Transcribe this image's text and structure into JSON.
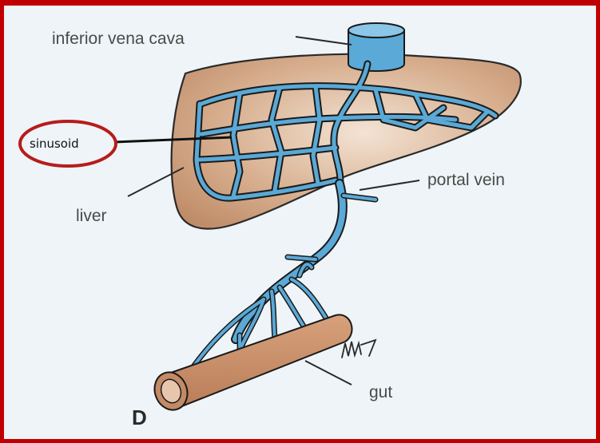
{
  "labels": {
    "ivc": "inferior vena cava",
    "sinusoid": "sinusoid",
    "portal_vein": "portal vein",
    "liver": "liver",
    "gut": "gut",
    "panel": "D",
    "signature": "MP"
  },
  "colors": {
    "frame": "#c00000",
    "background": "#eef4f7",
    "liver": "#c99a78",
    "vessel": "#5aa9d6",
    "gut": "#c48a66",
    "highlight_ellipse": "#b71c1c"
  }
}
